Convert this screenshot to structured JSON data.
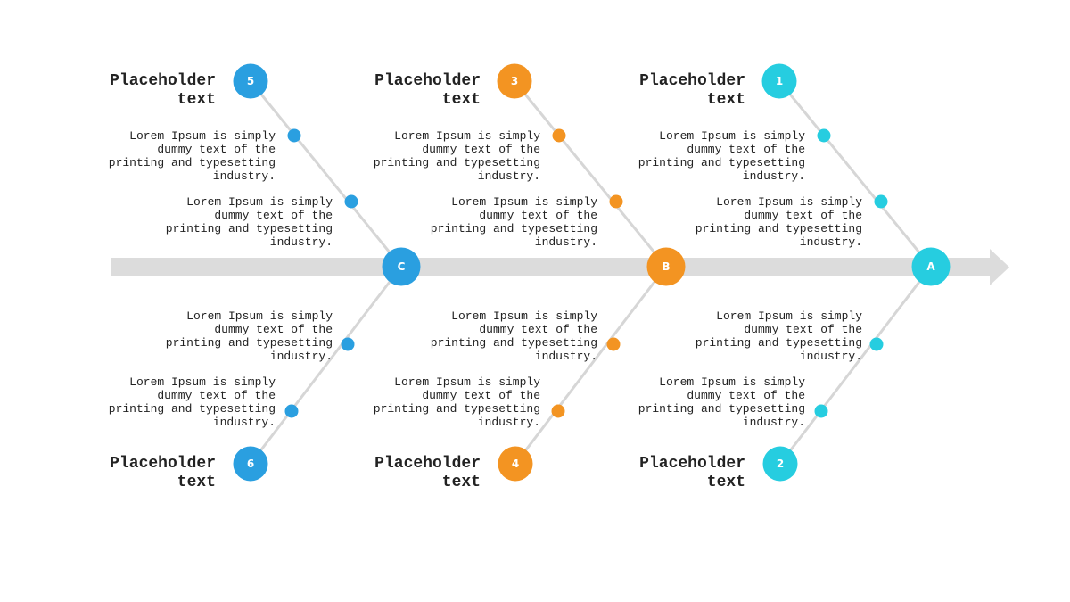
{
  "colors": {
    "blue": "#2a9fe0",
    "orange": "#f39422",
    "cyan": "#26cde0",
    "spine": "#dcdcdc",
    "bone": "#d6d6d6"
  },
  "spine_nodes": [
    {
      "label": "C",
      "color": "#2a9fe0"
    },
    {
      "label": "B",
      "color": "#f39422"
    },
    {
      "label": "A",
      "color": "#26cde0"
    }
  ],
  "branches": [
    {
      "number": "5",
      "title": "Placeholder\ntext",
      "color": "#2a9fe0",
      "desc_outer": "Lorem Ipsum is simply dummy text of the printing and typesetting industry.",
      "desc_inner": "Lorem Ipsum is simply dummy text of the printing and typesetting industry."
    },
    {
      "number": "3",
      "title": "Placeholder\ntext",
      "color": "#f39422",
      "desc_outer": "Lorem Ipsum is simply dummy text of the printing and typesetting industry.",
      "desc_inner": "Lorem Ipsum is simply dummy text of the printing and typesetting industry."
    },
    {
      "number": "1",
      "title": "Placeholder\ntext",
      "color": "#26cde0",
      "desc_outer": "Lorem Ipsum is simply dummy text of the printing and typesetting industry.",
      "desc_inner": "Lorem Ipsum is simply dummy text of the printing and typesetting industry."
    },
    {
      "number": "6",
      "title": "Placeholder\ntext",
      "color": "#2a9fe0",
      "desc_inner": "Lorem Ipsum is simply dummy text of the printing and typesetting industry.",
      "desc_outer": "Lorem Ipsum is simply dummy text of the printing and typesetting industry."
    },
    {
      "number": "4",
      "title": "Placeholder\ntext",
      "color": "#f39422",
      "desc_inner": "Lorem Ipsum is simply dummy text of the printing and typesetting industry.",
      "desc_outer": "Lorem Ipsum is simply dummy text of the printing and typesetting industry."
    },
    {
      "number": "2",
      "title": "Placeholder\ntext",
      "color": "#26cde0",
      "desc_inner": "Lorem Ipsum is simply dummy text of the printing and typesetting industry.",
      "desc_outer": "Lorem Ipsum is simply dummy text of the printing and typesetting industry."
    }
  ]
}
